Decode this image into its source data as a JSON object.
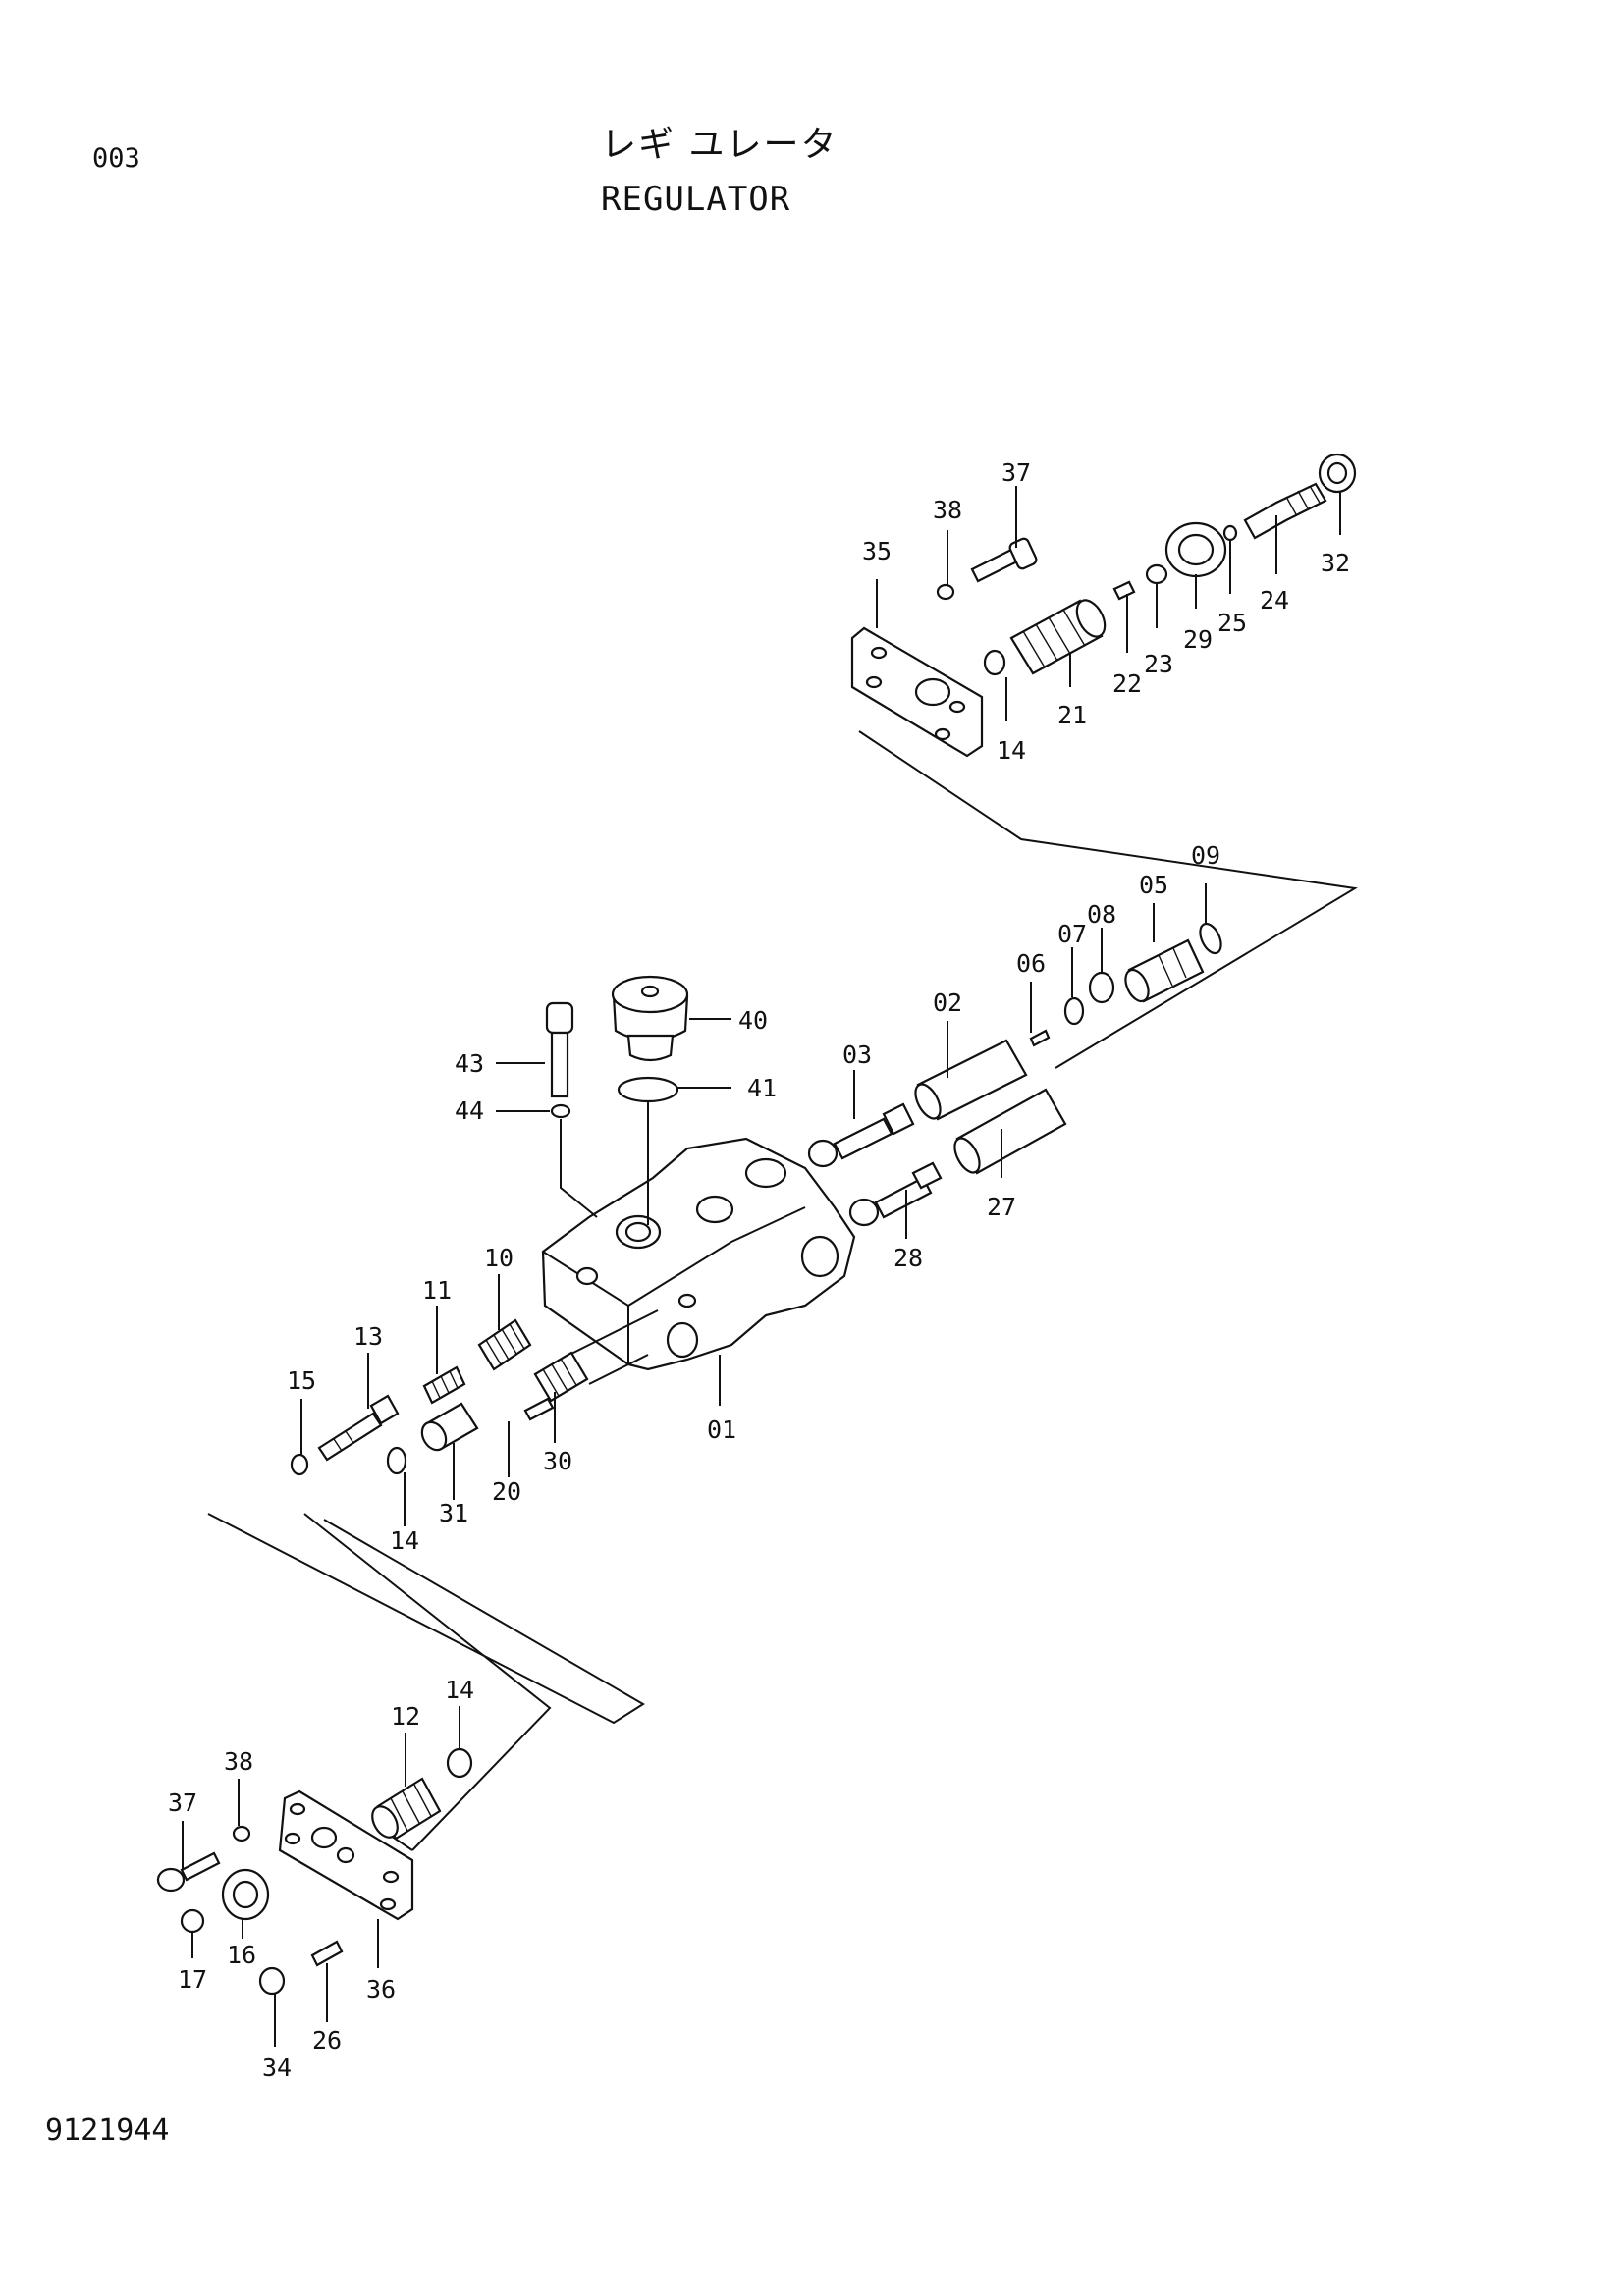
{
  "header": {
    "page_code": "003",
    "title_japanese": "レギ ユレータ",
    "title_english": "REGULATOR"
  },
  "footer": {
    "drawing_number": "9121944"
  },
  "part_labels": {
    "p37_top": "37",
    "p38_top": "38",
    "p35": "35",
    "p32": "32",
    "p24": "24",
    "p25": "25",
    "p29": "29",
    "p23": "23",
    "p22": "22",
    "p21": "21",
    "p14_top": "14",
    "p09": "09",
    "p05": "05",
    "p08": "08",
    "p07": "07",
    "p06": "06",
    "p02": "02",
    "p03": "03",
    "p40": "40",
    "p41": "41",
    "p43": "43",
    "p44": "44",
    "p27": "27",
    "p28": "28",
    "p01": "01",
    "p10": "10",
    "p11": "11",
    "p13": "13",
    "p15": "15",
    "p30": "30",
    "p20": "20",
    "p31": "31",
    "p14_mid": "14",
    "p14_bot": "14",
    "p12": "12",
    "p38_bot": "38",
    "p37_bot": "37",
    "p16": "16",
    "p17": "17",
    "p36": "36",
    "p26": "26",
    "p34": "34"
  }
}
